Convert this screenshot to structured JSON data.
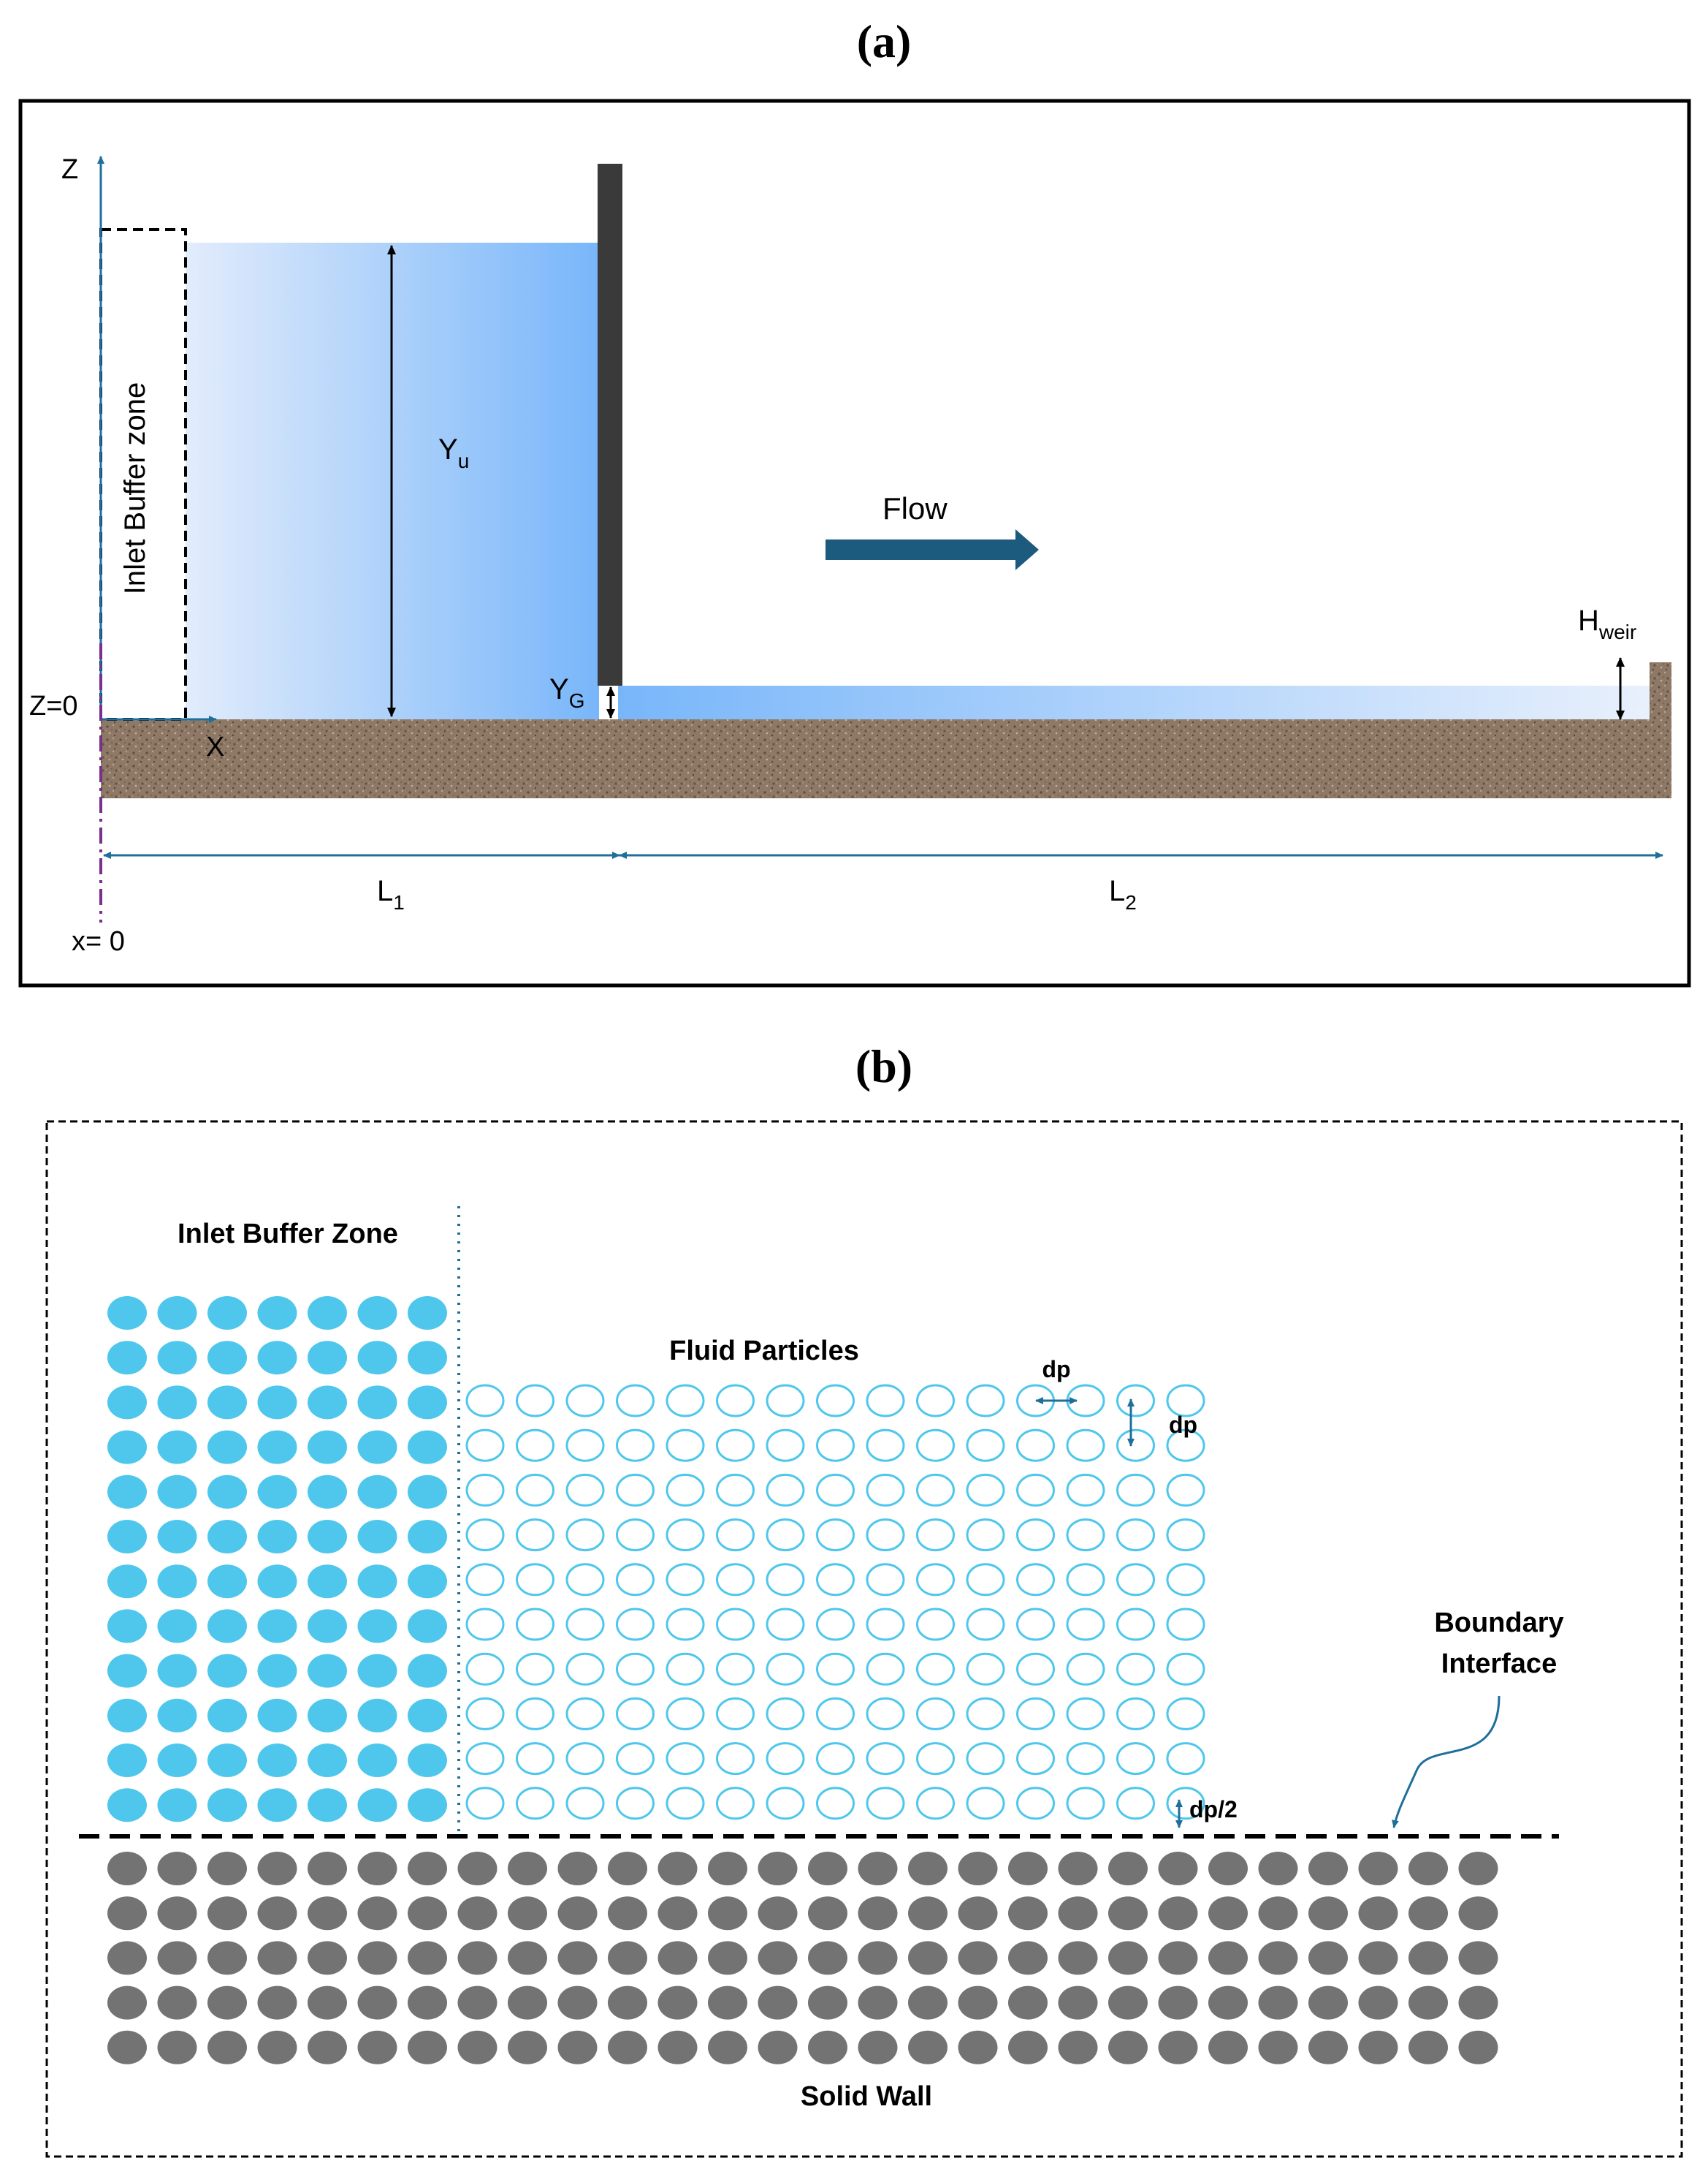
{
  "panel_a": {
    "label": "(a)",
    "axis_z": "Z",
    "axis_x": "X",
    "z_zero": "Z=0",
    "x_zero": "x= 0",
    "inlet_buffer": "Inlet Buffer zone",
    "yu_main": "Y",
    "yu_sub": "u",
    "yg_main": "Y",
    "yg_sub": "G",
    "flow": "Flow",
    "hweir_main": "H",
    "hweir_sub": "weir",
    "l1_main": "L",
    "l1_sub": "1",
    "l2_main": "L",
    "l2_sub": "2"
  },
  "panel_b": {
    "label": "(b)",
    "inlet_buffer": "Inlet Buffer Zone",
    "fluid_particles": "Fluid Particles",
    "dp_horizontal": "dp",
    "dp_vertical": "dp",
    "dp_half": "dp/2",
    "boundary_line1": "Boundary",
    "boundary_line2": "Interface",
    "solid_wall": "Solid Wall"
  },
  "colors": {
    "water_light": "#dce9fb",
    "water_dark": "#78b6fa",
    "gate": "#3a3a3a",
    "ground": "#8b7563",
    "dimension": "#1f6f9a",
    "dashdot": "#7a2f8c",
    "buffer_particle": "#4fc7ec",
    "fluid_particle_stroke": "#4fc7ec",
    "wall_particle": "#737373",
    "flow_arrow": "#1c5a7e"
  }
}
